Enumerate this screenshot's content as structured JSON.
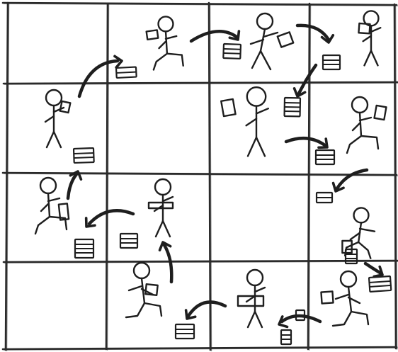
{
  "sheet": {
    "paper_color": "#ffffff",
    "ink_color": "#1e1e1e",
    "grid_color": "#2a2a2a"
  },
  "figures": [
    {
      "icon": "stick-figure-holding-book",
      "pose": "standing"
    },
    {
      "icon": "stick-figure-holding-book",
      "pose": "sitting"
    },
    {
      "icon": "stick-figure-holding-book",
      "pose": "leaning"
    },
    {
      "icon": "stick-figure-holding-book",
      "pose": "standing"
    },
    {
      "icon": "stick-figure-holding-book",
      "pose": "standing"
    },
    {
      "icon": "stick-figure-holding-book",
      "pose": "sitting"
    },
    {
      "icon": "stick-figure-holding-book",
      "pose": "sitting"
    },
    {
      "icon": "stick-figure-holding-book",
      "pose": "standing"
    },
    {
      "icon": "stick-figure-holding-book",
      "pose": "crouching"
    },
    {
      "icon": "stick-figure-holding-book",
      "pose": "kneeling"
    },
    {
      "icon": "stick-figure-holding-book",
      "pose": "standing"
    },
    {
      "icon": "stick-figure-holding-book",
      "pose": "kneeling"
    }
  ],
  "arrows": {
    "icon": "curved-arrow-icon",
    "count": 12
  },
  "book_stacks": {
    "icon": "book-stack-icon",
    "count": 14
  }
}
